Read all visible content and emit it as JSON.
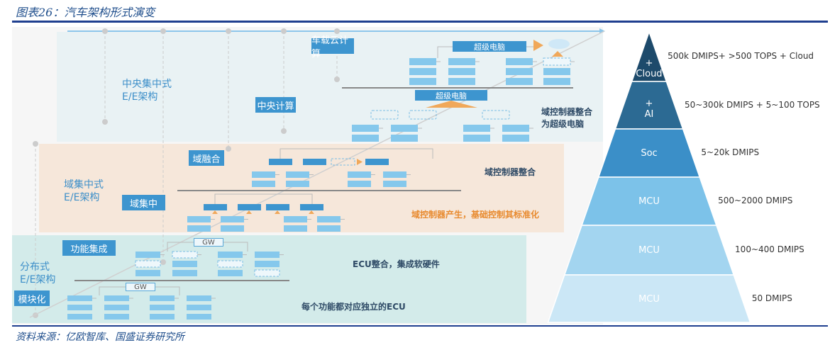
{
  "header": {
    "title": "图表26：汽车架构形式演变"
  },
  "footer": {
    "source": "资料来源：亿欧智库、国盛证券研究所"
  },
  "sections": {
    "central": "中央集中式\nE/E架构",
    "domain": "域集中式\nE/E架构",
    "distributed": "分布式\nE/E架构"
  },
  "stages": [
    "车载云计算",
    "中央计算",
    "域融合",
    "域集中",
    "功能集成",
    "模块化"
  ],
  "notes": {
    "super": "域控制器整合\n为超级电脑",
    "domain_merge": "域控制器整合",
    "domain_gen": "域控制器产生，基础控制其标准化",
    "ecu_merge": "ECU整合，集成软硬件",
    "ecu_each": "每个功能都对应独立的ECU"
  },
  "boxes": {
    "super_computer": "超级电脑",
    "gateway": "GW"
  },
  "pyramid": {
    "levels": [
      {
        "label": "+\nCloud",
        "spec": "500k DMIPS+ >500 TOPS + Cloud",
        "color": "#1d4a6b"
      },
      {
        "label": "+\nAI",
        "spec": "50~300k DMIPS + 5~100 TOPS",
        "color": "#2c6a93"
      },
      {
        "label": "Soc",
        "spec": "5~20k DMIPS",
        "color": "#3b8fc8"
      },
      {
        "label": "MCU",
        "spec": "500~2000 DMIPS",
        "color": "#7cc2e9"
      },
      {
        "label": "MCU",
        "spec": "100~400 DMIPS",
        "color": "#a3d5f0"
      },
      {
        "label": "MCU",
        "spec": "50 DMIPS",
        "color": "#cbe7f6"
      }
    ]
  }
}
